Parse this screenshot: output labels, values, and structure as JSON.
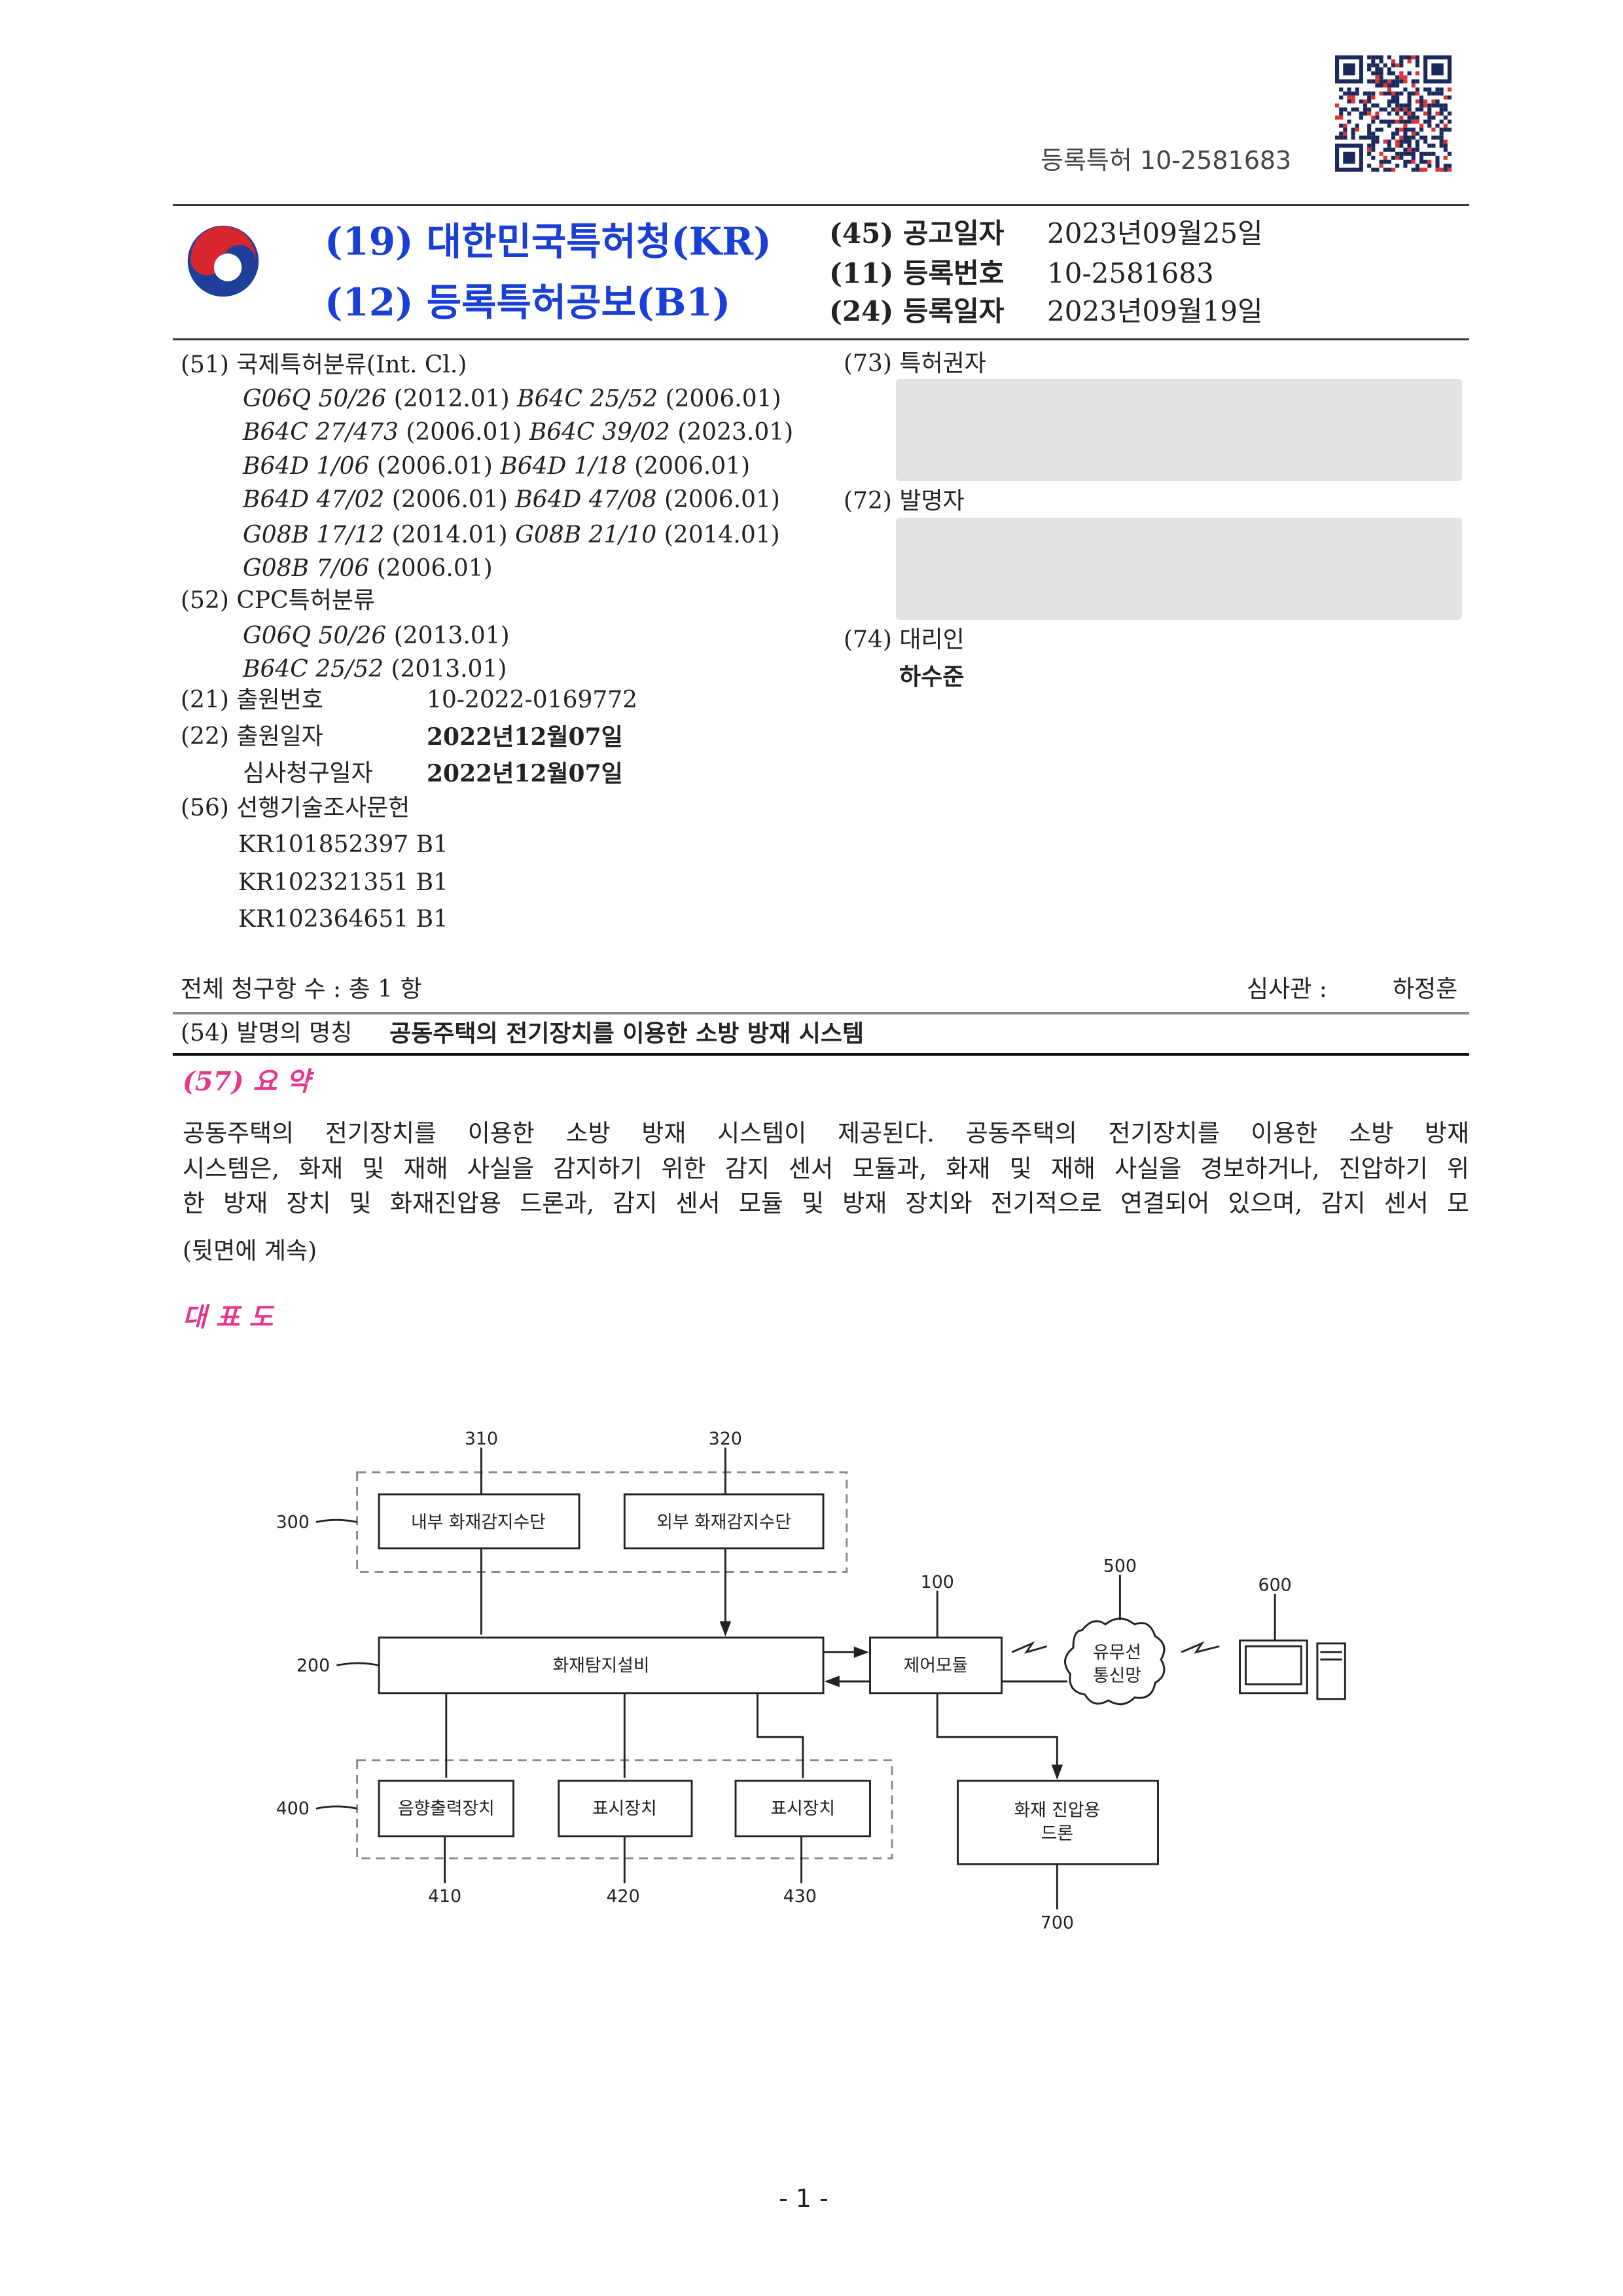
{
  "header": {
    "reg_label": "등록특허 10-2581683",
    "office": "(19) 대한민국특허청(KR)",
    "kind": "(12) 등록특허공보(B1)",
    "pub_date_label": "(45) 공고일자",
    "pub_date": "2023년09월25일",
    "reg_no_label": "(11) 등록번호",
    "reg_no": "10-2581683",
    "reg_date_label": "(24) 등록일자",
    "reg_date": "2023년09월19일"
  },
  "left": {
    "ipc_label": "(51) 국제특허분류(Int. Cl.)",
    "ipc": [
      [
        {
          "code": "G06Q 50/26",
          "ver": "(2012.01)"
        },
        {
          "code": "B64C 25/52",
          "ver": "(2006.01)"
        }
      ],
      [
        {
          "code": "B64C 27/473",
          "ver": "(2006.01)"
        },
        {
          "code": "B64C 39/02",
          "ver": "(2023.01)"
        }
      ],
      [
        {
          "code": "B64D 1/06",
          "ver": "(2006.01)"
        },
        {
          "code": "B64D 1/18",
          "ver": "(2006.01)"
        }
      ],
      [
        {
          "code": "B64D 47/02",
          "ver": "(2006.01)"
        },
        {
          "code": "B64D 47/08",
          "ver": "(2006.01)"
        }
      ],
      [
        {
          "code": "G08B 17/12",
          "ver": "(2014.01)"
        },
        {
          "code": "G08B 21/10",
          "ver": "(2014.01)"
        }
      ],
      [
        {
          "code": "G08B 7/06",
          "ver": "(2006.01)"
        }
      ]
    ],
    "cpc_label": "(52) CPC특허분류",
    "cpc": [
      {
        "code": "G06Q 50/26",
        "ver": "(2013.01)"
      },
      {
        "code": "B64C 25/52",
        "ver": "(2013.01)"
      }
    ],
    "app_no_label": "(21) 출원번호",
    "app_no": "10-2022-0169772",
    "app_date_label": "(22) 출원일자",
    "app_date": "2022년12월07일",
    "exam_date_label": "심사청구일자",
    "exam_date": "2022년12월07일",
    "prior_label": "(56) 선행기술조사문헌",
    "prior": [
      "KR101852397 B1",
      "KR102321351 B1",
      "KR102364651 B1"
    ]
  },
  "right": {
    "patentee_label": "(73) 특허권자",
    "inventor_label": "(72) 발명자",
    "agent_label": "(74) 대리인",
    "agent": "하수준"
  },
  "claims": {
    "label": "전체 청구항 수 : 총  1  항",
    "examiner_label": "심사관 :",
    "examiner": "하정훈"
  },
  "title": {
    "label": "(54) 발명의 명칭",
    "value": "공동주택의 전기장치를 이용한 소방 방재 시스템"
  },
  "abstract": {
    "label": "(57) 요 약",
    "lines": [
      "공동주택의 전기장치를 이용한 소방 방재 시스템이 제공된다. 공동주택의 전기장치를 이용한 소방 방재",
      "시스템은, 화재 및 재해 사실을 감지하기 위한 감지 센서 모듈과, 화재 및 재해 사실을 경보하거나, 진압하기 위",
      "한 방재 장치 및 화재진압용 드론과, 감지 센서 모듈 및 방재 장치와 전기적으로 연결되어 있으며, 감지 센서 모"
    ],
    "continued": "(뒷면에 계속)"
  },
  "figure": {
    "label": "대 표 도",
    "nodes": {
      "n310": "내부 화재감지수단",
      "n320": "외부 화재감지수단",
      "n200": "화재탐지설비",
      "n100": "제어모듈",
      "n500a": "유무선",
      "n500b": "통신망",
      "n410": "음향출력장치",
      "n420": "표시장치",
      "n430": "표시장치",
      "n700a": "화재 진압용",
      "n700b": "드론"
    },
    "refs": {
      "r310": "310",
      "r320": "320",
      "r300": "300",
      "r100": "100",
      "r500": "500",
      "r600": "600",
      "r200": "200",
      "r400": "400",
      "r410": "410",
      "r420": "420",
      "r430": "430",
      "r700": "700"
    }
  },
  "page_number": "- 1 -",
  "colors": {
    "header_blue": "#1a3fd6",
    "pink": "#e8358d",
    "redaction": "#e2e2e2"
  }
}
